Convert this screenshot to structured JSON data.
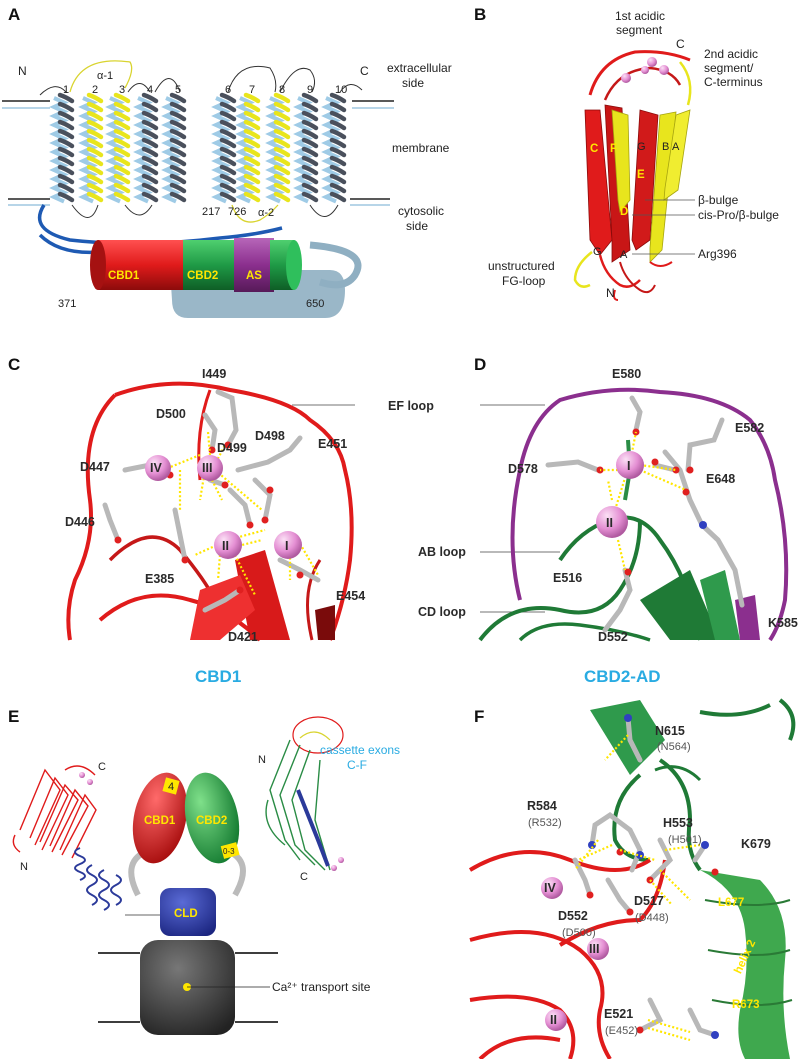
{
  "panels": {
    "A": {
      "letter": "A",
      "termini": [
        "N",
        "C"
      ],
      "helix_numbers": [
        "1",
        "2",
        "3",
        "4",
        "5",
        "6",
        "7",
        "8",
        "9",
        "10"
      ],
      "alpha1": "α-1",
      "alpha2": "α-2",
      "side_labels": [
        "extracellular side",
        "membrane",
        "cytosolic side"
      ],
      "extracellular_1": "extracellular",
      "extracellular_2": "side",
      "membrane": "membrane",
      "cytosolic_1": "cytosolic",
      "cytosolic_2": "side",
      "residue_217": "217",
      "residue_726": "726",
      "residue_371": "371",
      "residue_650": "650",
      "cbd1": "CBD1",
      "cbd2": "CBD2",
      "as": "AS"
    },
    "B": {
      "letter": "B",
      "acidic1_line1": "1st acidic",
      "acidic1_line2": "segment",
      "acidic2_line1": "2nd acidic",
      "acidic2_line2": "segment/",
      "acidic2_line3": "C-terminus",
      "c_term": "C",
      "n_term": "N",
      "beta_bulge": "β-bulge",
      "cis_pro": "cis-Pro/β-bulge",
      "arg396": "Arg396",
      "fg_loop_1": "unstructured",
      "fg_loop_2": "FG-loop",
      "strand_letters": [
        "C",
        "F",
        "G",
        "B",
        "A",
        "E",
        "D",
        "G",
        "A"
      ]
    },
    "C": {
      "letter": "C",
      "residues": [
        "I449",
        "D500",
        "D498",
        "D499",
        "E451",
        "D447",
        "D446",
        "E385",
        "E454",
        "D421"
      ],
      "ions": [
        "IV",
        "III",
        "II",
        "I"
      ],
      "caption": "CBD1"
    },
    "CD_loops": {
      "ef": "EF loop",
      "ab": "AB loop",
      "cd": "CD loop"
    },
    "D": {
      "letter": "D",
      "residues": [
        "E580",
        "E582",
        "D578",
        "E648",
        "E516",
        "K585",
        "D552"
      ],
      "ions": [
        "I",
        "II"
      ],
      "caption": "CBD2-AD"
    },
    "E": {
      "letter": "E",
      "cassette_1": "cassette exons",
      "cassette_2": "C-F",
      "cbd1": "CBD1",
      "cbd2": "CBD2",
      "cld": "CLD",
      "badge1": "4",
      "badge2": "0-3",
      "transport": "Ca²⁺ transport site",
      "c_term_left": "C",
      "n_term_left": "N",
      "n_term_right": "N",
      "c_term_right": "C"
    },
    "F": {
      "letter": "F",
      "n615": "N615",
      "n564": "(N564)",
      "r584": "R584",
      "r532": "(R532)",
      "h553": "H553",
      "h501": "(H501)",
      "k679": "K679",
      "d517": "D517",
      "d448": "(D448)",
      "d552": "D552",
      "d500": "(D500)",
      "e521": "E521",
      "e452": "(E452)",
      "l677": "L677",
      "helix2": "helix 2",
      "r673": "R673",
      "ions": [
        "IV",
        "III",
        "II"
      ]
    }
  },
  "colors": {
    "cbd1_red": "#e01b1b",
    "cbd2_green": "#1f9a46",
    "as_purple": "#8b2f8e",
    "cld_blue": "#2b3a9a",
    "helix_dark": "#444a55",
    "helix_yellow": "#e8e51d",
    "helix_light": "#9fcbe6",
    "linker_blue": "#1e5ab3",
    "ion_pink": "#e48fd3",
    "hbond_yellow": "#ffe600",
    "caption_cyan": "#29abe2"
  }
}
